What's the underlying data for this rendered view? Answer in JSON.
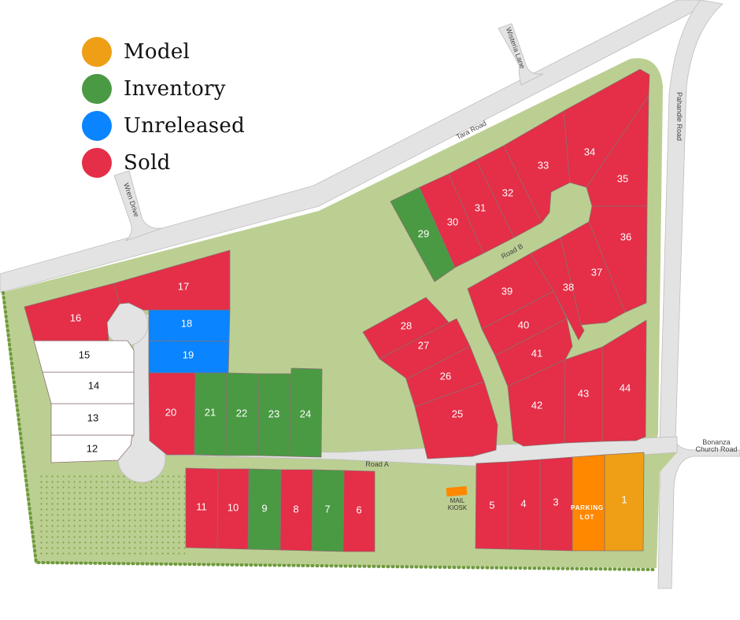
{
  "colors": {
    "model": "#ee9f16",
    "inventory": "#4a9a43",
    "unreleased": "#0a84ff",
    "sold": "#e52e47",
    "available_white": "#ffffff",
    "parking": "#ff8800",
    "green_space": "#bccf92",
    "road": "#e3e3e3",
    "tree_dot": "#6e9a3d"
  },
  "legend": [
    {
      "status": "model",
      "label": "Model",
      "color": "#ee9f16"
    },
    {
      "status": "inventory",
      "label": "Inventory",
      "color": "#4a9a43"
    },
    {
      "status": "unreleased",
      "label": "Unreleased",
      "color": "#0a84ff"
    },
    {
      "status": "sold",
      "label": "Sold",
      "color": "#e52e47"
    }
  ],
  "roads": {
    "tara": "Tara Road",
    "wisteria": "Wisteria Lane",
    "pahandle": "Pahandle Road",
    "wren": "Wren Drive",
    "road_a": "Road A",
    "road_b": "Road B",
    "bonanza_line1": "Bonanza",
    "bonanza_line2": "Church Road"
  },
  "amenities": {
    "mail_line1": "MAIL",
    "mail_line2": "KIOSK",
    "parking_line1": "PARKING",
    "parking_line2": "LOT"
  },
  "lots": [
    {
      "id": "1",
      "status": "model"
    },
    {
      "id": "3",
      "status": "sold"
    },
    {
      "id": "4",
      "status": "sold"
    },
    {
      "id": "5",
      "status": "sold"
    },
    {
      "id": "6",
      "status": "sold"
    },
    {
      "id": "7",
      "status": "inventory"
    },
    {
      "id": "8",
      "status": "sold"
    },
    {
      "id": "9",
      "status": "inventory"
    },
    {
      "id": "10",
      "status": "sold"
    },
    {
      "id": "11",
      "status": "sold"
    },
    {
      "id": "12",
      "status": "none"
    },
    {
      "id": "13",
      "status": "none"
    },
    {
      "id": "14",
      "status": "none"
    },
    {
      "id": "15",
      "status": "none"
    },
    {
      "id": "16",
      "status": "sold"
    },
    {
      "id": "17",
      "status": "sold"
    },
    {
      "id": "18",
      "status": "unreleased"
    },
    {
      "id": "19",
      "status": "unreleased"
    },
    {
      "id": "20",
      "status": "sold"
    },
    {
      "id": "21",
      "status": "inventory"
    },
    {
      "id": "22",
      "status": "inventory"
    },
    {
      "id": "23",
      "status": "inventory"
    },
    {
      "id": "24",
      "status": "inventory"
    },
    {
      "id": "25",
      "status": "sold"
    },
    {
      "id": "26",
      "status": "sold"
    },
    {
      "id": "27",
      "status": "sold"
    },
    {
      "id": "28",
      "status": "sold"
    },
    {
      "id": "29",
      "status": "inventory"
    },
    {
      "id": "30",
      "status": "sold"
    },
    {
      "id": "31",
      "status": "sold"
    },
    {
      "id": "32",
      "status": "sold"
    },
    {
      "id": "33",
      "status": "sold"
    },
    {
      "id": "34",
      "status": "sold"
    },
    {
      "id": "35",
      "status": "sold"
    },
    {
      "id": "36",
      "status": "sold"
    },
    {
      "id": "37",
      "status": "sold"
    },
    {
      "id": "38",
      "status": "sold"
    },
    {
      "id": "39",
      "status": "sold"
    },
    {
      "id": "40",
      "status": "sold"
    },
    {
      "id": "41",
      "status": "sold"
    },
    {
      "id": "42",
      "status": "sold"
    },
    {
      "id": "43",
      "status": "sold"
    },
    {
      "id": "44",
      "status": "sold"
    }
  ]
}
